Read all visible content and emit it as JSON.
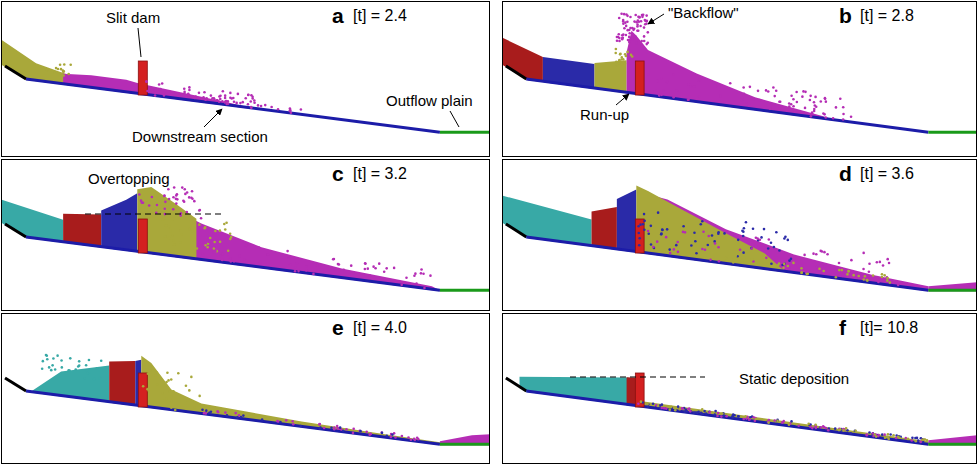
{
  "diagram": {
    "nodes": [
      {
        "text": [
          "a",
          "[t] = 2.4"
        ]
      },
      {
        "text": [
          "b",
          "[t] = 2.8"
        ]
      },
      {
        "text": [
          "c",
          "[t] = 3.2"
        ]
      },
      {
        "text": [
          "d",
          "[t] = 3.6"
        ]
      },
      {
        "text": [
          "e",
          "[t] = 4.0"
        ]
      },
      {
        "text": [
          "f",
          "[t]= 10.8"
        ]
      }
    ],
    "labels": [
      "Slit dam",
      "Outflow plain",
      "Downstream section",
      "\"Backflow\"",
      "Run-up",
      "Overtopping",
      "Static deposition"
    ]
  }
}
